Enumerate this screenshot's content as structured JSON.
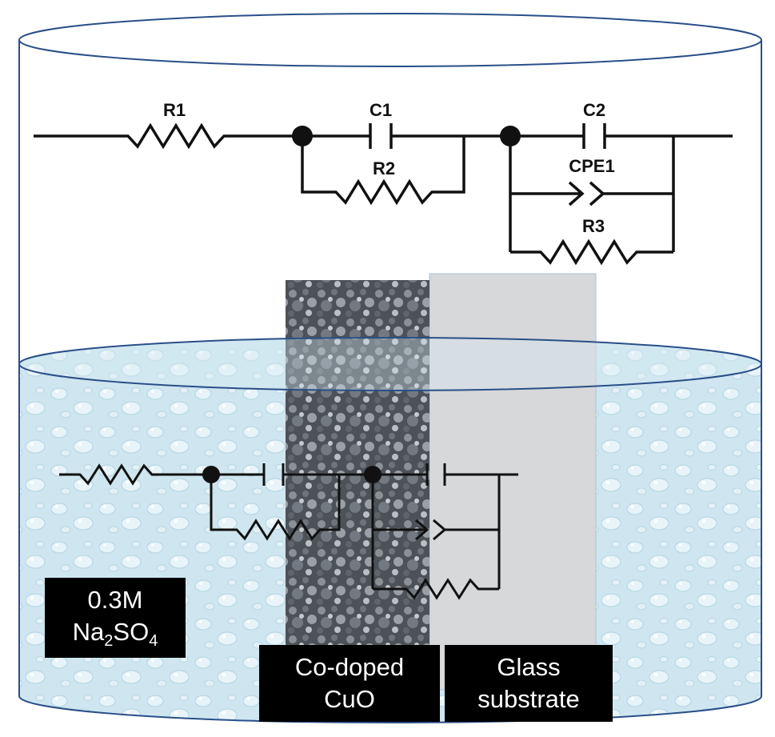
{
  "upper_circuit": {
    "r1_label": "R1",
    "c1_label": "C1",
    "r2_label": "R2",
    "c2_label": "C2",
    "cpe1_label": "CPE1",
    "r3_label": "R3"
  },
  "electrolyte_label": {
    "line1": "0.3M",
    "line2_prefix": "Na",
    "line2_sub1": "2",
    "line2_mid": "SO",
    "line2_sub2": "4"
  },
  "sample_labels": {
    "film_line1": "Co-doped",
    "film_line2": "CuO",
    "substrate_line1": "Glass",
    "substrate_line2": "substrate"
  },
  "colors": {
    "water": "#cfe6f0",
    "beaker_outline": "#2a4f88",
    "film": "#5a5f66",
    "substrate": "#d6d8da",
    "wire": "#111111"
  }
}
